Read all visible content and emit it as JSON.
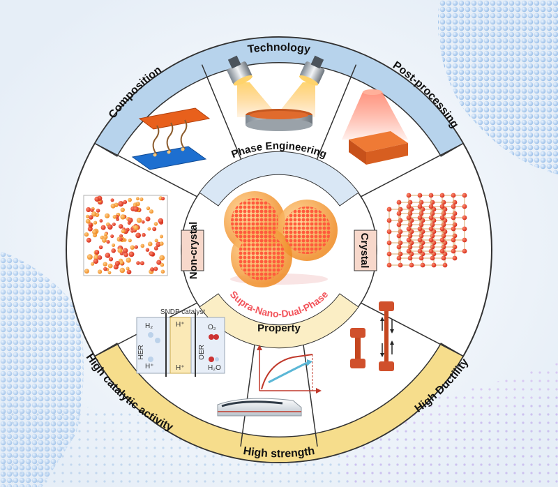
{
  "outer_ring": {
    "technology": "Technology",
    "composition": "Composition",
    "post_processing": "Post-processing",
    "high_catalytic_activity": "High catalytic activity",
    "high_strength": "High strength",
    "high_ductility": "High Ductility"
  },
  "inner_ring": {
    "phase_engineering": "Phase Engineering",
    "property": "Property",
    "non_crystal": "Non-crystal",
    "crystal": "Crystal"
  },
  "center": {
    "label": "Supra-Nano-Dual-Phase"
  },
  "catalysis_panel": {
    "catalyst_label": "SNDP catalyst",
    "her": "HER",
    "oer": "OER",
    "h2": "H₂",
    "o2": "O₂",
    "h_plus": "H⁺",
    "h2o": "H₂O"
  },
  "colors": {
    "blue_band": "#b7d3ec",
    "yellow_band": "#f6dd8c",
    "peach_tab": "#f7d8cb",
    "atom_red": "#e4472a",
    "atom_orange": "#f3a03a",
    "accent_red": "#f2545b"
  }
}
